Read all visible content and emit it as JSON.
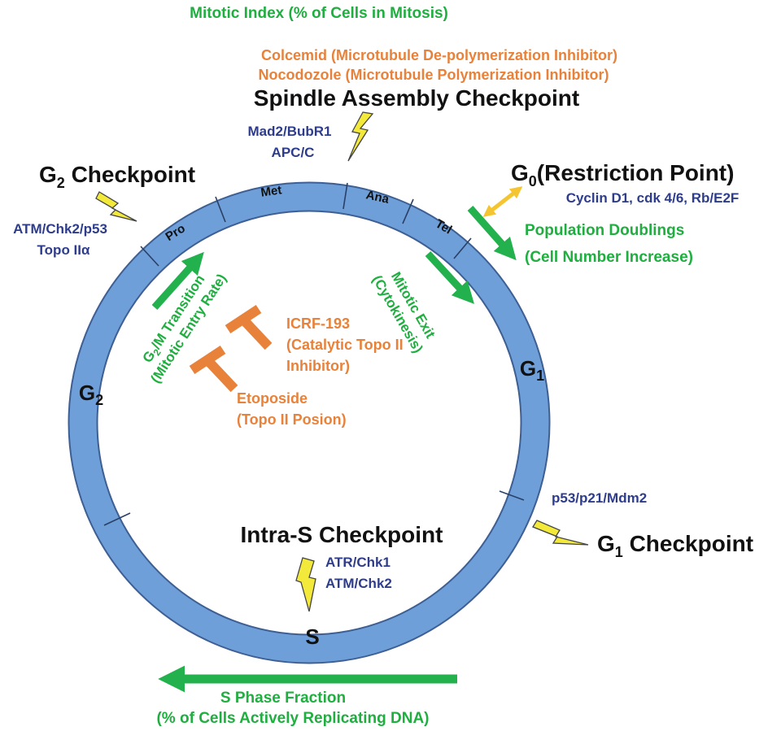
{
  "top_metric": "Mitotic Index (% of Cells in Mitosis)",
  "sac_drugs": {
    "line1": "Colcemid (Microtubule De-polymerization Inhibitor)",
    "line2": "Nocodozole (Microtubule Polymerization Inhibitor)"
  },
  "spindle_checkpoint": {
    "title": "Spindle Assembly Checkpoint",
    "protein1": "Mad2/BubR1",
    "protein2": "APC/C"
  },
  "g2_checkpoint": {
    "title_main": "G",
    "title_sub": "2",
    "title_rest": " Checkpoint",
    "protein1": "ATM/Chk2/p53",
    "protein2": "Topo IIα"
  },
  "g0_restriction": {
    "title_main": "G",
    "title_sub": "0",
    "title_rest": "(Restriction Point)",
    "proteins": "Cyclin D1,  cdk 4/6,  Rb/E2F"
  },
  "population": {
    "line1": "Population Doublings",
    "line2": "(Cell Number Increase)"
  },
  "phases": {
    "pro": "Pro",
    "met": "Met",
    "ana": "Ana",
    "tel": "Tel",
    "g1_main": "G",
    "g1_sub": "1",
    "g2_main": "G",
    "g2_sub": "2",
    "s": "S"
  },
  "g2m_transition": {
    "line1_main": "G",
    "line1_sub": "2",
    "line1_rest": "/M Transition",
    "line2": "(Mitotic Entry Rate)"
  },
  "mitotic_exit": {
    "line1": "Mitotic Exit",
    "line2": "(Cytokinesis)"
  },
  "icrf": {
    "line1": "ICRF-193",
    "line2": "(Catalytic Topo II",
    "line3": "Inhibitor)"
  },
  "etoposide": {
    "line1": "Etoposide",
    "line2": "(Topo II Posion)"
  },
  "g1_checkpoint": {
    "protein": "p53/p21/Mdm2",
    "title_main": "G",
    "title_sub": "1",
    "title_rest": " Checkpoint"
  },
  "intra_s_checkpoint": {
    "title": "Intra-S Checkpoint",
    "protein1": "ATR/Chk1",
    "protein2": "ATM/Chk2"
  },
  "s_phase_fraction": {
    "line1": "S Phase Fraction",
    "line2": "(% of Cells Actively Replicating DNA)"
  },
  "colors": {
    "ring": "#6f9fd8",
    "ring_stroke": "#3d5f93",
    "green": "#22b14c",
    "orange": "#e8823a",
    "navy": "#2e3c8c",
    "bolt": "#f2e93a"
  }
}
